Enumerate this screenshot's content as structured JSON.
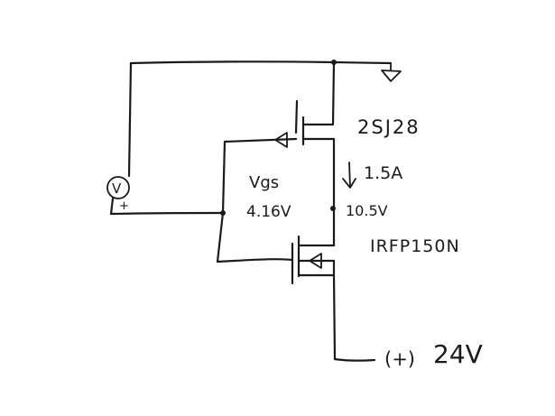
{
  "labels": {
    "p_fet_part": "2SJ28",
    "current": "1.5A",
    "vgs_label": "Vgs",
    "vgs_value": "4.16V",
    "node_voltage": "10.5V",
    "n_fet_part": "IRFP150N",
    "supply_polarity": "(+)",
    "supply_voltage": "24V",
    "meter_symbol": "V",
    "meter_plus": "+"
  }
}
